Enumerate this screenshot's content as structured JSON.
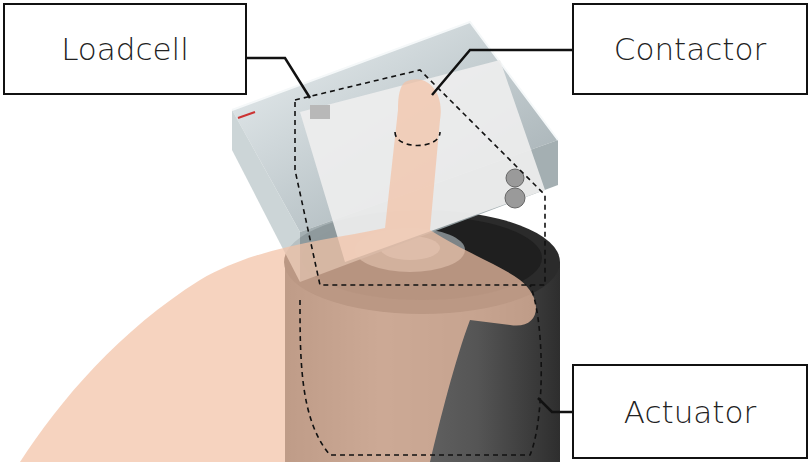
{
  "diagram": {
    "nodes": [
      {
        "text": [
          "Loadcell"
        ]
      },
      {
        "text": [
          "Contactor"
        ]
      },
      {
        "text": [
          "Actuator"
        ]
      }
    ]
  }
}
